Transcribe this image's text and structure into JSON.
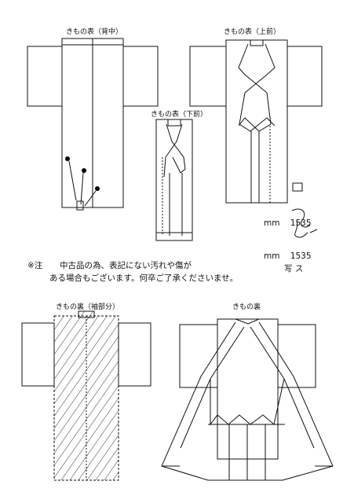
{
  "labels": {
    "back": "きもの表（背中）",
    "front_upper": "きもの表（上前）",
    "front_lower": "きもの表（下前）",
    "lining_sleeve": "きもの裏（袖部分）",
    "lining": "きもの裏"
  },
  "measurements": [
    {
      "unit": "mm",
      "value": "1535",
      "suffix": ""
    },
    {
      "unit": "mm",
      "value": "1535",
      "suffix": "写 ス"
    }
  ],
  "note": {
    "prefix": "※注",
    "line1": "中古品の為、表記にない汚れや傷が",
    "line2": "ある場合もございます。何卒ご了承くださいませ。"
  }
}
